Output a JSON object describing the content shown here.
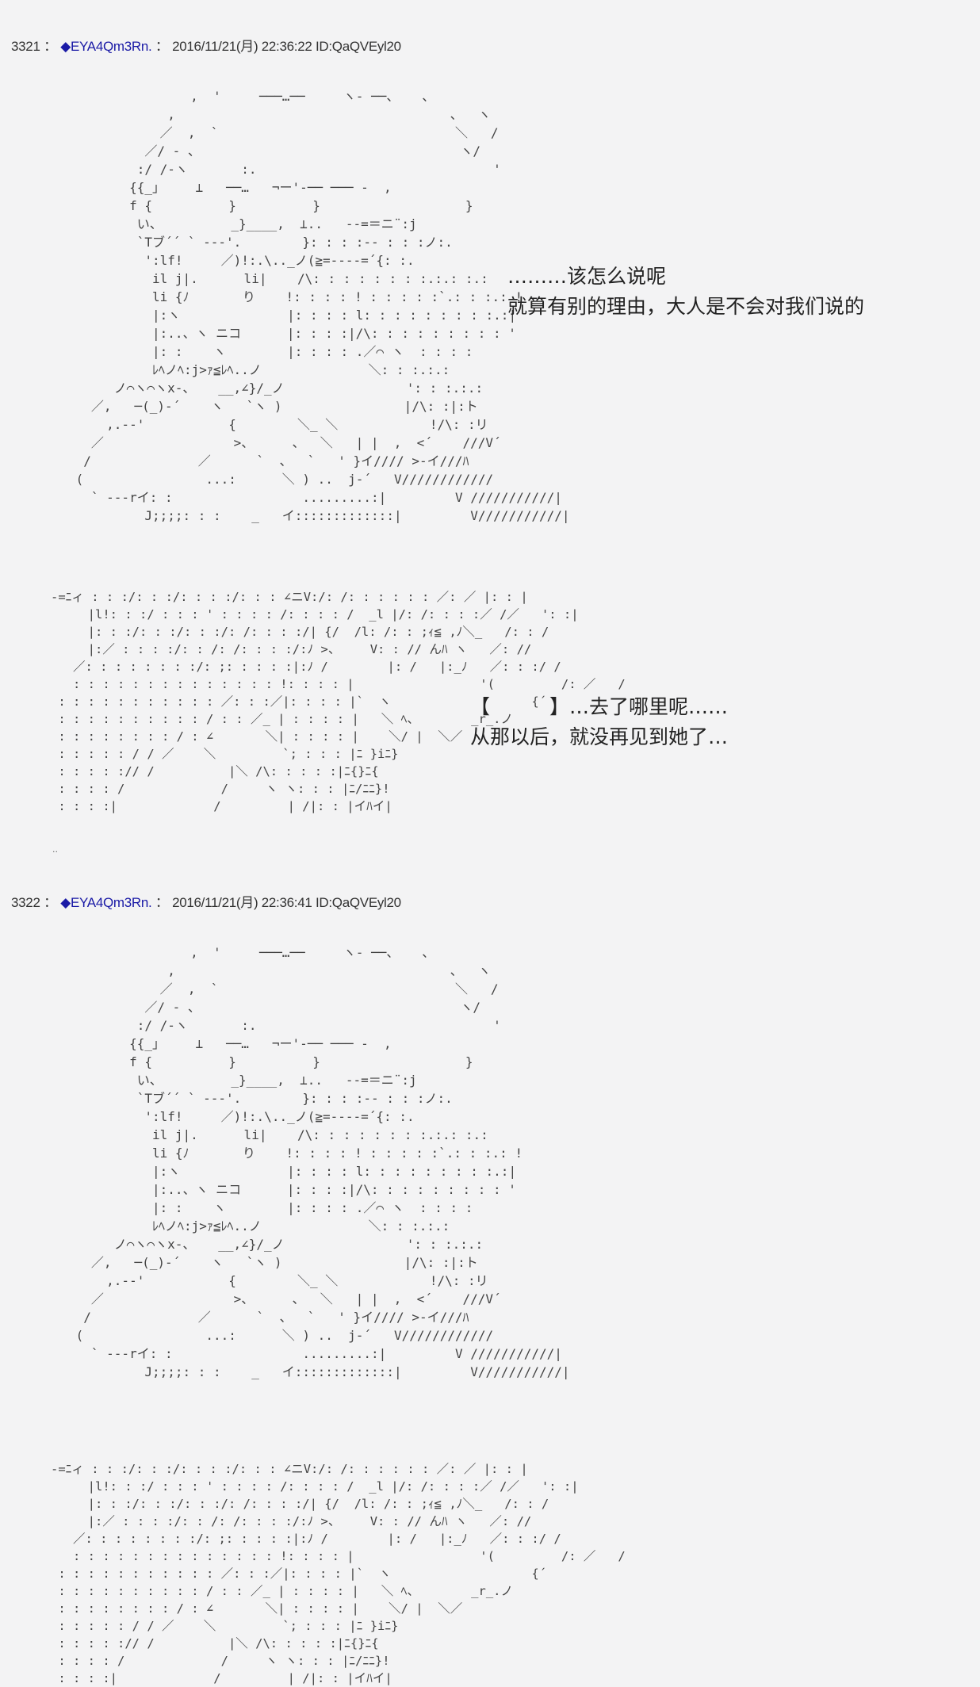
{
  "posts": [
    {
      "number": "3321",
      "separator": "：",
      "name": "◆EYA4Qm3Rn.",
      "separator2": "：",
      "datetime": "2016/11/21(月) 22:36:22",
      "id": "ID:QaQVEyl20",
      "dialog_upper": {
        "line1": "………该怎么说呢",
        "line2": "就算有别的理由，大人是不会对我们说的"
      },
      "dialog_lower": {
        "line1": "【　　　】…去了哪里呢……",
        "line2": "从那以后，就没再见到她了…"
      },
      "tail_mark": ".."
    },
    {
      "number": "3322",
      "separator": "：",
      "name": "◆EYA4Qm3Rn.",
      "separator2": "：",
      "datetime": "2016/11/21(月) 22:36:41",
      "id": "ID:QaQVEyl20"
    }
  ],
  "ascii_art": {
    "figure": "                ,  '     ───…──     ヽ- ──、   、\n             ,                                    、  ヽ\n            ／  ,  `                               ＼   /\n          ／/ ‐ 、                                  ヽ/\n         :/ /‐ヽ       :.                               '\n        {{_」    ⊥   ──…   ¬ー'‐── ─── ‐  ,\n        f {          }          }                   }\n         い、         _}____,  ⊥..   ‐‐=＝ニ¨:j\n         `Tブ´´ ` ‐‐‐'.        }: : : :-- : : :ノ:.\n          ':lf!     ／)!:.\\.._ノ(≧=‐‐‐‐=´{: :.\n           il j|.      li|    /\\: : : : : : : :.:.: :.:\n           li {ﾉ       り    !: : : : ! : : : : :`.: : :.: !\n           |:ヽ              |: : : : l: : : : : : : : :.:|\n           |:..、ヽ ニコ      |: : : :|/\\: : : : : : : : : '\n           |: :    ヽ        |: : : : .／⌒ ヽ  : : : :\n           ﾚﾍノﾍ:j>ｧ≦ﾚﾍ..ノ              ＼: : :.:.:\n      ノ⌒ヽ⌒ヽx‐、   __,∠}/_ノ                ': : :.:.:\n   ／,   ─(_)‐´    ヽ   `ヽ )                |/\\: :|:ト\n     ,.-‐'           {        ＼_ ＼            !/\\: :リ\n   ／                 >、     、  ＼   | |  ,  <´    ///V´\n  /              ／      `  、  `   ' }イ//// >‐イ///ﾊ\n (                ...:      ＼ ) ..  j‐´   V////////////\n   ` ‐‐‐rイ: :                 .........:|         V ///////////|\n          J;;;;: : :    _   イ:::::::::::::|         V///////////|",
    "girl": "‐=ﾆィ : : :/: : :/: : : :/: : : ∠ニV:/: /: : : : : : ／: ／ |: : |\n     |l!: : :/ : : : ' : : : : /: : : : /  _l |/: /: : : :／ /／   ': :|\n     |: : :/: : :/: : :/: /: : : :/| {/  /l: /: : ;ｨ≦ ,ﾉ＼_   /: : /\n     |:／ : : : :/: : /: /: : : :/:ﾉ >、    V: : // んﾊ ヽ   ／: //\n   ／: : : : : : : :/: ;: : : : :|:ﾉ /        |: /   |:_ﾉ   ／: : :/ /\n   : : : : : : : : : : : : : : !: : : : |                 '(         /: ／   /\n : : : : : : : : : : : ／: : :／|: : : : |`  ヽ                   {´\n : : : : : : : : : : / : : ／_ | : : : : |   ＼ ﾍ、       _r_.ノ\n : : : : : : : : / : ∠       ＼| : : : : |    ＼/ |  ＼／\n : : : : : / / ／    ＼         `; : : : |ﾆ }iﾆ}\n : : : : :// /          |＼ /\\: : : : :|ﾆ{}ﾆ{\n : : : : /             /     ヽ ヽ: : : |ﾆ/ﾆﾆ}!\n : : : :|             /         | /|: : |イﾊイ|"
  }
}
